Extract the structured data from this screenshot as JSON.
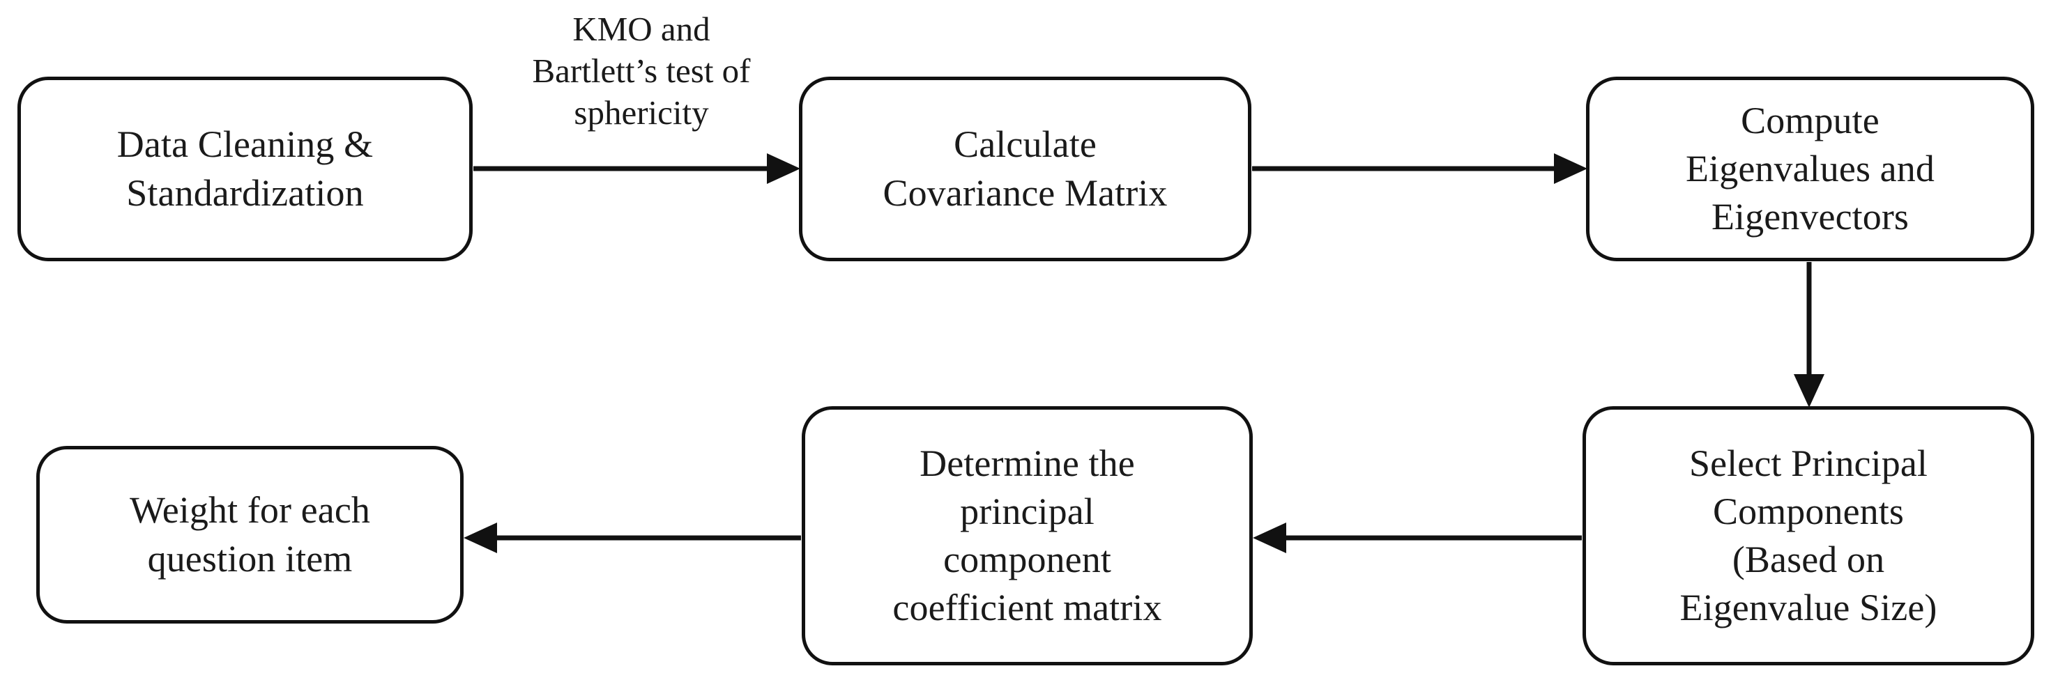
{
  "diagram": {
    "title": "PCA-based question item weighting flowchart",
    "background_color": "#ffffff",
    "line_color": "#111111",
    "text_color": "#1a1a1a",
    "nodes": [
      {
        "id": "data-cleaning-standardization",
        "label": "Data Cleaning &\nStandardization"
      },
      {
        "id": "calculate-covariance-matrix",
        "label": "Calculate\nCovariance Matrix"
      },
      {
        "id": "compute-eigenvalues-eigenvectors",
        "label": "Compute\nEigenvalues and\nEigenvectors"
      },
      {
        "id": "select-principal-components",
        "label": "Select Principal\nComponents\n(Based on\nEigenvalue Size)"
      },
      {
        "id": "determine-principal-component-coefficient-matrix",
        "label": "Determine the\nprincipal\ncomponent\ncoefficient matrix"
      },
      {
        "id": "weight-for-each-question-item",
        "label": "Weight for each\nquestion item"
      }
    ],
    "edges": [
      {
        "id": "edge-cleaning-to-covariance",
        "from": "data-cleaning-standardization",
        "to": "calculate-covariance-matrix",
        "direction": "right",
        "label": "KMO and\nBartlett’s test of\nsphericity"
      },
      {
        "id": "edge-covariance-to-eigen",
        "from": "calculate-covariance-matrix",
        "to": "compute-eigenvalues-eigenvectors",
        "direction": "right",
        "label": ""
      },
      {
        "id": "edge-eigen-to-select",
        "from": "compute-eigenvalues-eigenvectors",
        "to": "select-principal-components",
        "direction": "down",
        "label": ""
      },
      {
        "id": "edge-select-to-determine",
        "from": "select-principal-components",
        "to": "determine-principal-component-coefficient-matrix",
        "direction": "left",
        "label": ""
      },
      {
        "id": "edge-determine-to-weight",
        "from": "determine-principal-component-coefficient-matrix",
        "to": "weight-for-each-question-item",
        "direction": "left",
        "label": ""
      }
    ]
  }
}
